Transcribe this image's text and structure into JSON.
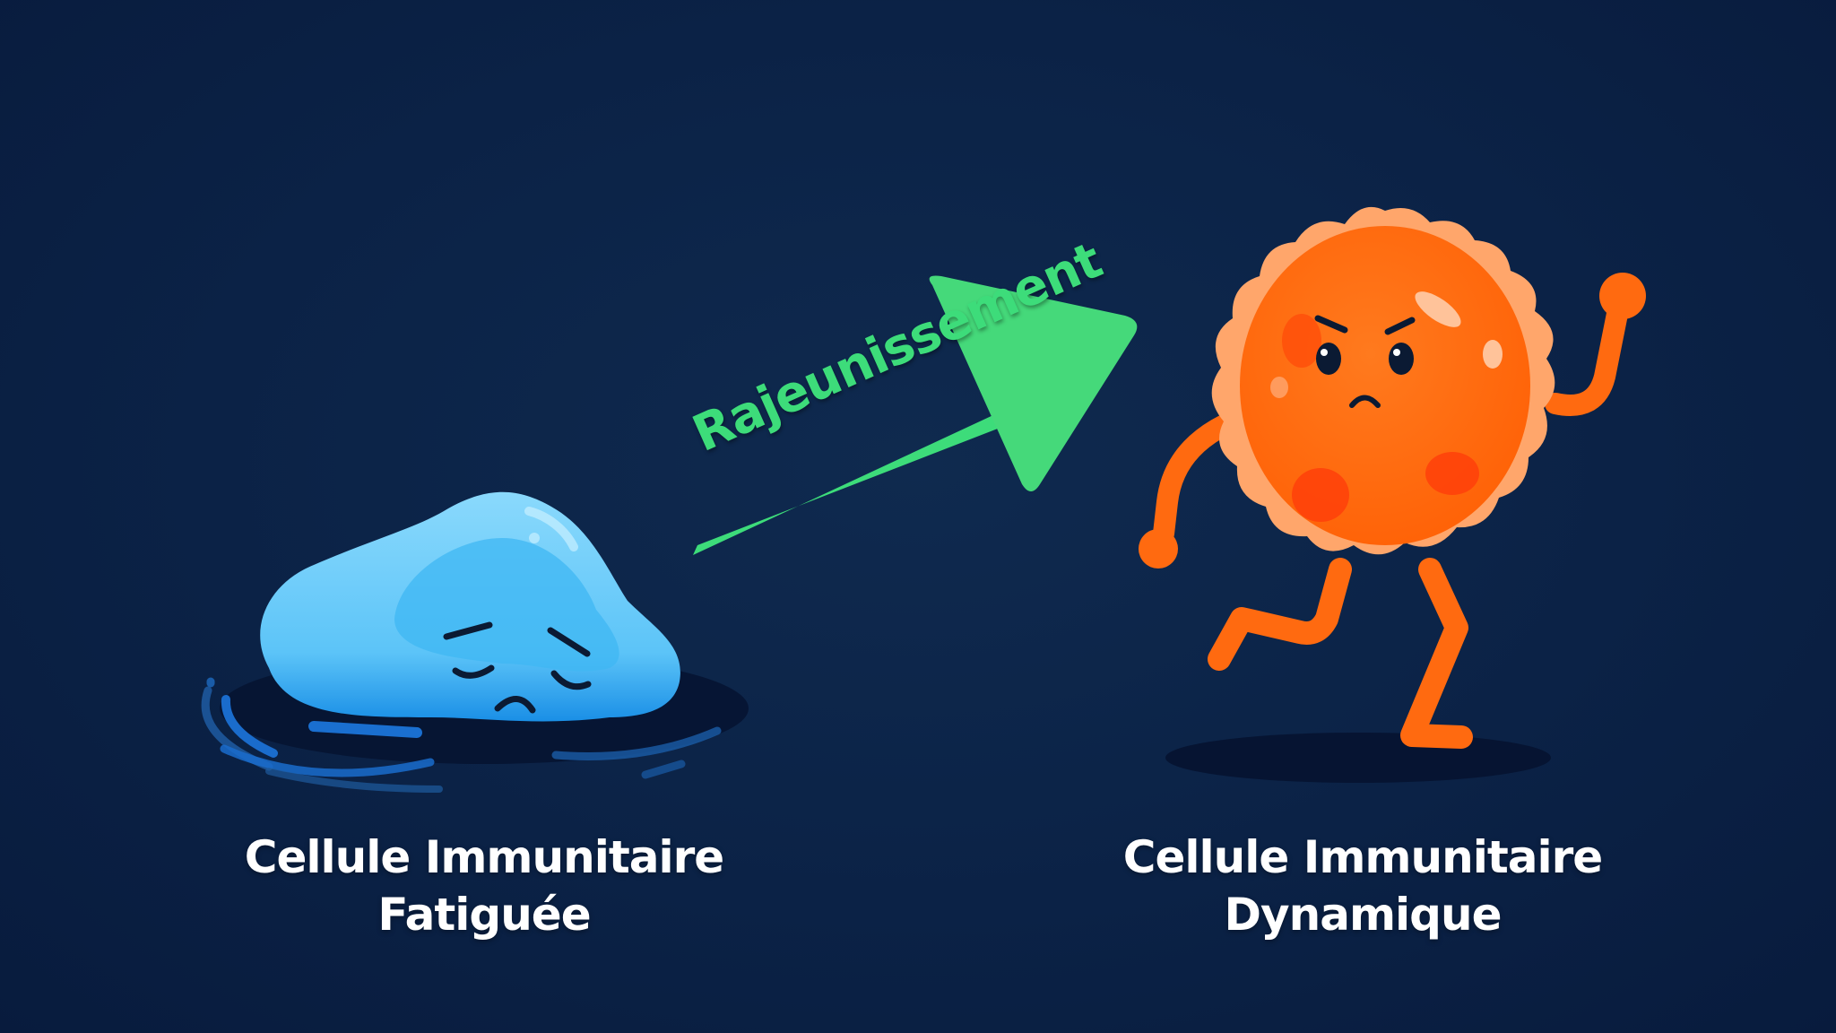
{
  "diagram": {
    "title": "Rajeunissement",
    "before": {
      "label_line1": "Cellule Immunitaire",
      "label_line2": "Fatiguée",
      "character": "sad-blue-blob",
      "color": "#3db4f5"
    },
    "transition": {
      "label": "Rajeunissement",
      "arrow_color": "#3ddc7a"
    },
    "after": {
      "label_line1": "Cellule Immunitaire",
      "label_line2": "Dynamique",
      "character": "running-orange-cell",
      "color": "#ff6a10"
    }
  },
  "colors": {
    "background": "#0b2246",
    "text": "#ffffff",
    "arrow": "#3ddc7a",
    "blob_light": "#7fd4fb",
    "blob_dark": "#1e90e8",
    "cell_outer": "#ffa66b",
    "cell_inner": "#ff6a10"
  }
}
